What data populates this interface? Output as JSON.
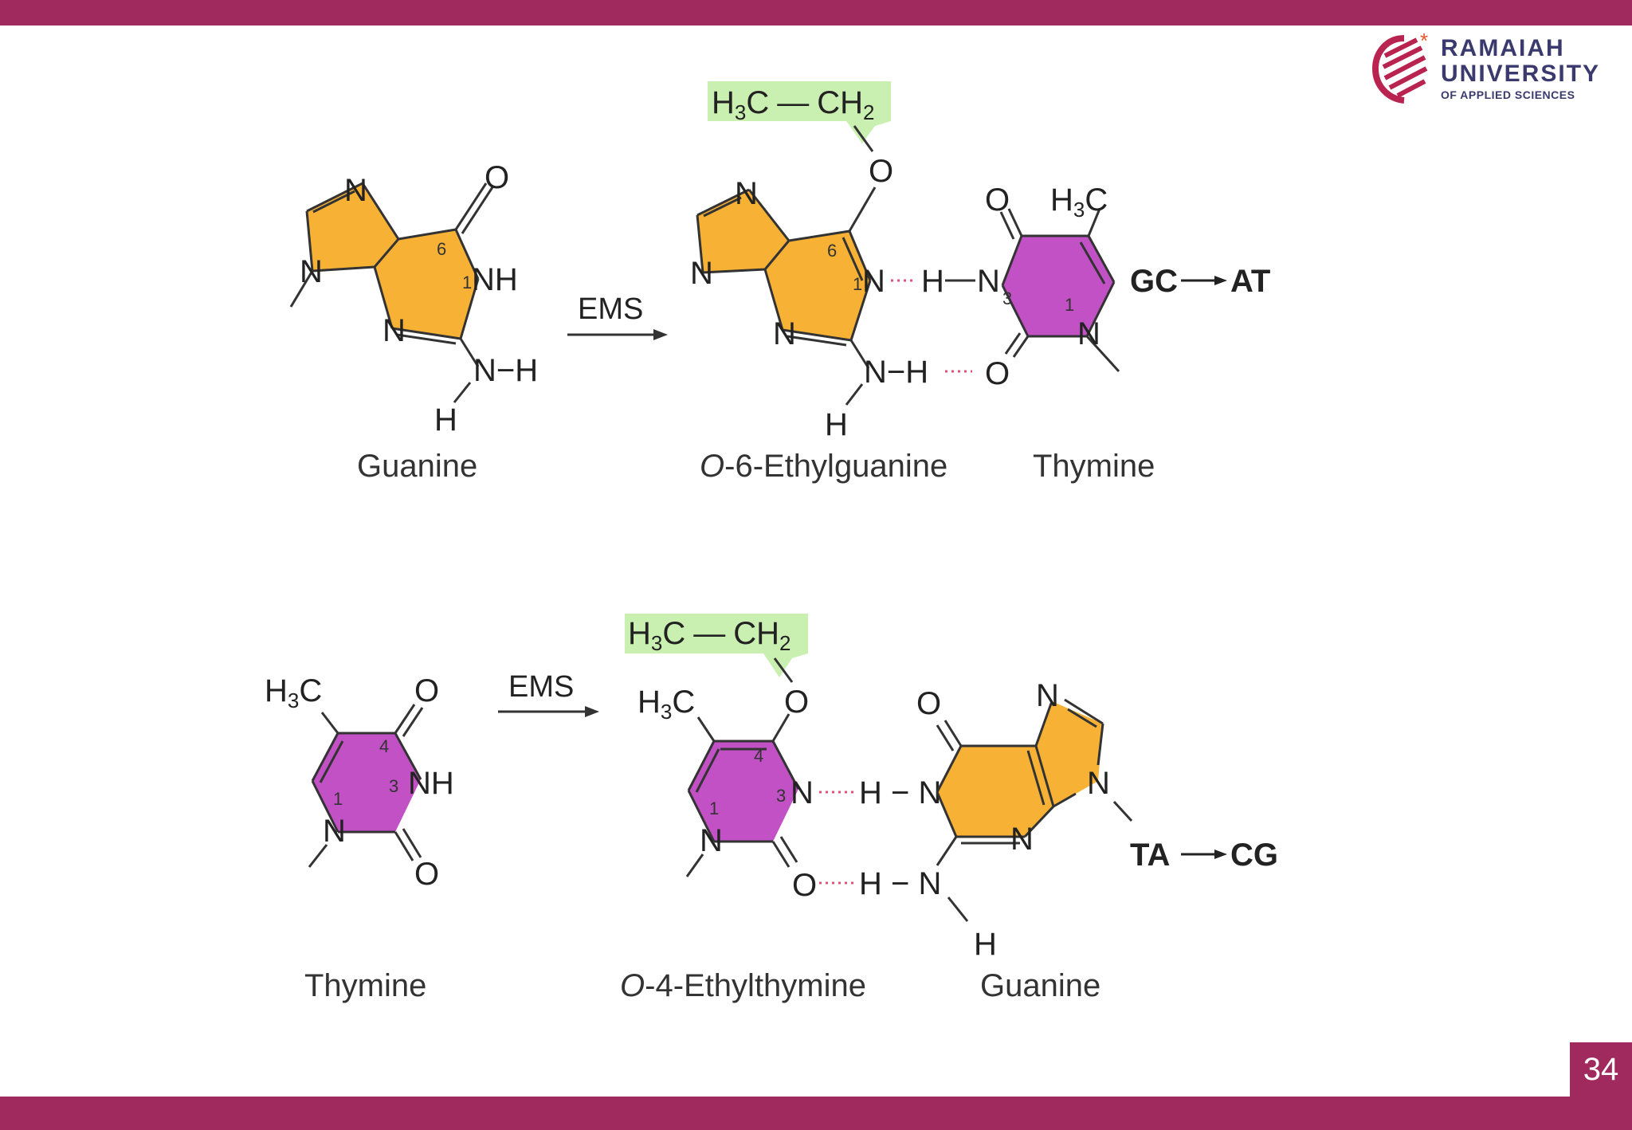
{
  "slide": {
    "page_number": "34",
    "colors": {
      "accent": "#a0295e",
      "purine": "#f7b236",
      "pyrimidine": "#c151c4",
      "ethyl_highlight": "#c9f0b0"
    }
  },
  "logo": {
    "line1": "RAMAIAH",
    "line2": "UNIVERSITY",
    "line3": "OF APPLIED SCIENCES"
  },
  "reaction1": {
    "reagent": "EMS",
    "ethyl": {
      "left": "H",
      "left_sub": "3",
      "left_c": "C",
      "dash": "—",
      "right": "CH",
      "right_sub": "2"
    },
    "captions": {
      "reactant": "Guanine",
      "product": "O-6-Ethylguanine",
      "product_italic": "O",
      "product_rest": "-6-Ethylguanine",
      "partner": "Thymine"
    },
    "mutation": {
      "from": "GC",
      "to": "AT"
    }
  },
  "reaction2": {
    "reagent": "EMS",
    "ethyl": {
      "left": "H",
      "left_sub": "3",
      "left_c": "C",
      "dash": "—",
      "right": "CH",
      "right_sub": "2"
    },
    "captions": {
      "reactant": "Thymine",
      "product": "O-4-Ethylthymine",
      "product_italic": "O",
      "product_rest": "-4-Ethylthymine",
      "partner": "Guanine"
    },
    "mutation": {
      "from": "TA",
      "to": "CG"
    }
  },
  "atoms": {
    "N": "N",
    "O": "O",
    "H": "H",
    "NH": "NH",
    "NminusH": "N−H",
    "HminusN": "H − N",
    "C": "C",
    "H3": "H",
    "sub3": "3"
  },
  "ring_numbers": {
    "one": "1",
    "three": "3",
    "four": "4",
    "six": "6"
  }
}
